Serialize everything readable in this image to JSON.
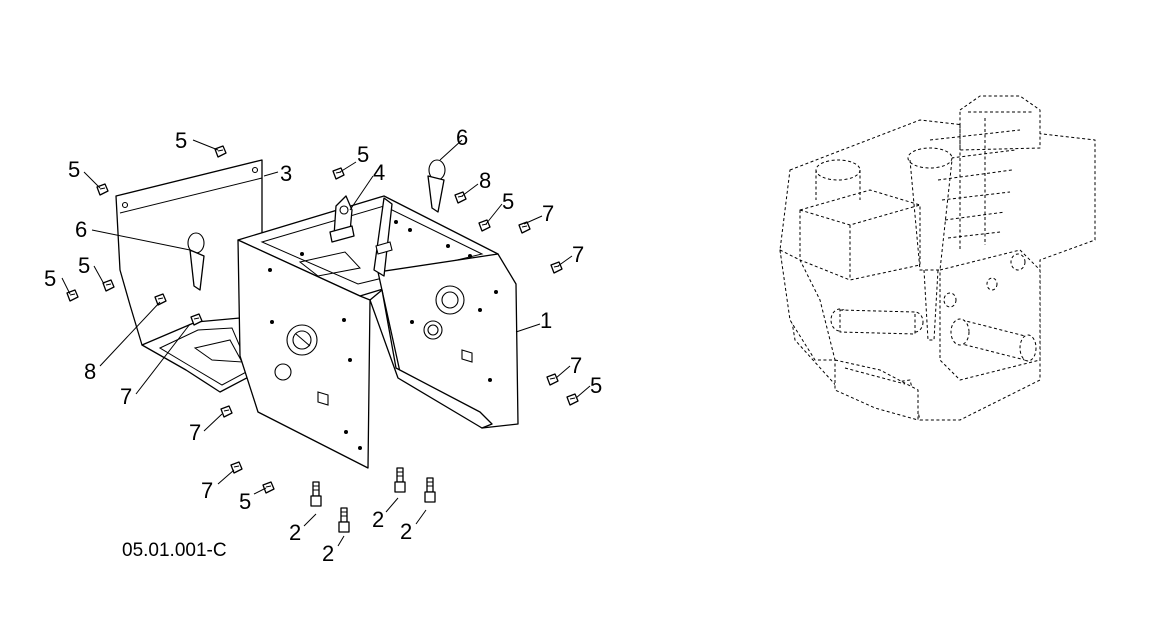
{
  "figure_code": "05.01.001-C",
  "callouts": {
    "c1": "1",
    "c2a": "2",
    "c2b": "2",
    "c2c": "2",
    "c2d": "2",
    "c3": "3",
    "c4": "4",
    "c5a": "5",
    "c5b": "5",
    "c5c": "5",
    "c5d": "5",
    "c5e": "5",
    "c5f": "5",
    "c5g": "5",
    "c5h": "5",
    "c6a": "6",
    "c6b": "6",
    "c7a": "7",
    "c7b": "7",
    "c7c": "7",
    "c7d": "7",
    "c7e": "7",
    "c7f": "7",
    "c8a": "8",
    "c8b": "8"
  }
}
